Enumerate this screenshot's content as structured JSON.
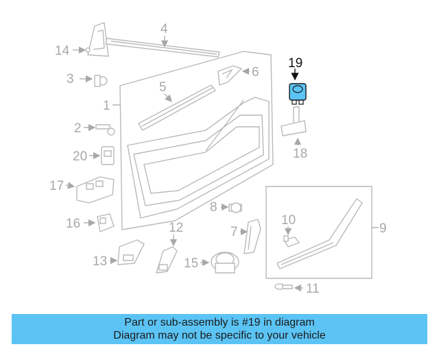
{
  "callouts": {
    "c1": "1",
    "c2": "2",
    "c3": "3",
    "c4": "4",
    "c5": "5",
    "c6": "6",
    "c7": "7",
    "c8": "8",
    "c9": "9",
    "c10": "10",
    "c11": "11",
    "c12": "12",
    "c13": "13",
    "c14": "14",
    "c15": "15",
    "c16": "16",
    "c17": "17",
    "c18": "18",
    "c19": "19",
    "c20": "20"
  },
  "highlighted_part": "19",
  "colors": {
    "highlight": "#5bc4f5",
    "parts": "#b9b9b9",
    "caption_bg": "#5bc4f5"
  },
  "caption": {
    "line1": "Part or sub-assembly is #19 in diagram",
    "line2": "Diagram may not be specific to your vehicle"
  }
}
